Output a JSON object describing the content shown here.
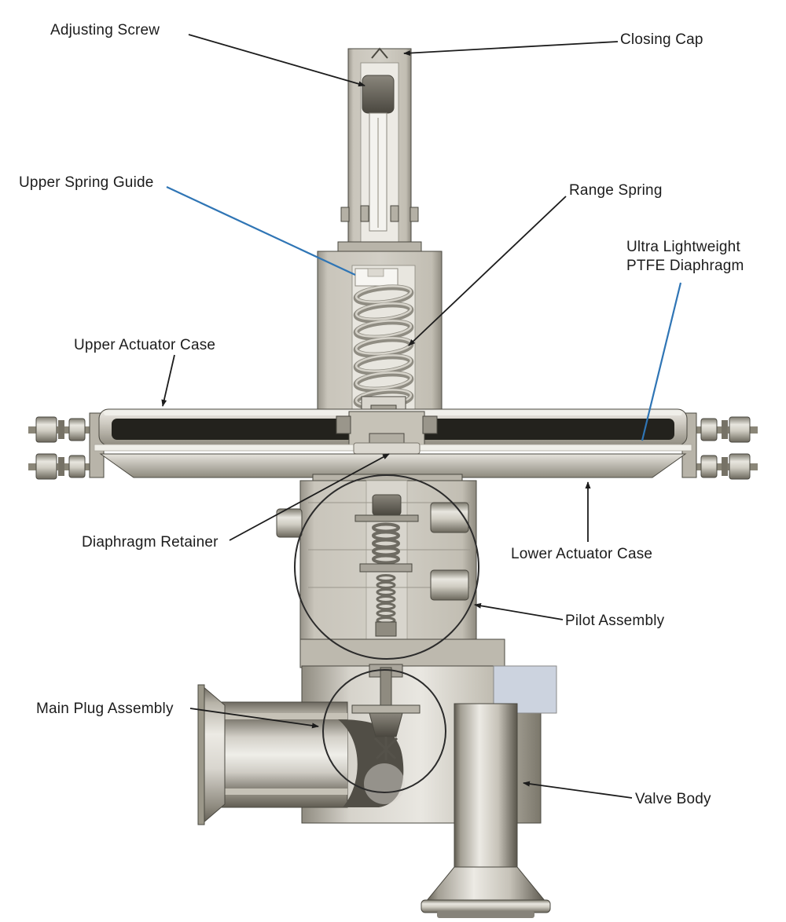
{
  "diagram": {
    "labels": {
      "adjusting_screw": "Adjusting Screw",
      "closing_cap": "Closing Cap",
      "upper_spring_guide": "Upper Spring Guide",
      "range_spring": "Range Spring",
      "ptfe_diaphragm": "Ultra Lightweight PTFE Diaphragm",
      "upper_actuator_case": "Upper Actuator Case",
      "diaphragm_retainer": "Diaphragm Retainer",
      "lower_actuator_case": "Lower Actuator Case",
      "pilot_assembly": "Pilot Assembly",
      "main_plug_assembly": "Main Plug Assembly",
      "valve_body": "Valve Body"
    },
    "colors": {
      "leader_black": "#1c1c1c",
      "leader_blue": "#2f75b5",
      "text": "#1c1c1c",
      "background": "#ffffff",
      "metal_light": "#eceae4",
      "metal_mid": "#c6c2b7",
      "metal_dark": "#6d6960",
      "interior_dark": "#23221d",
      "accent_square": "#ccd3df"
    }
  }
}
